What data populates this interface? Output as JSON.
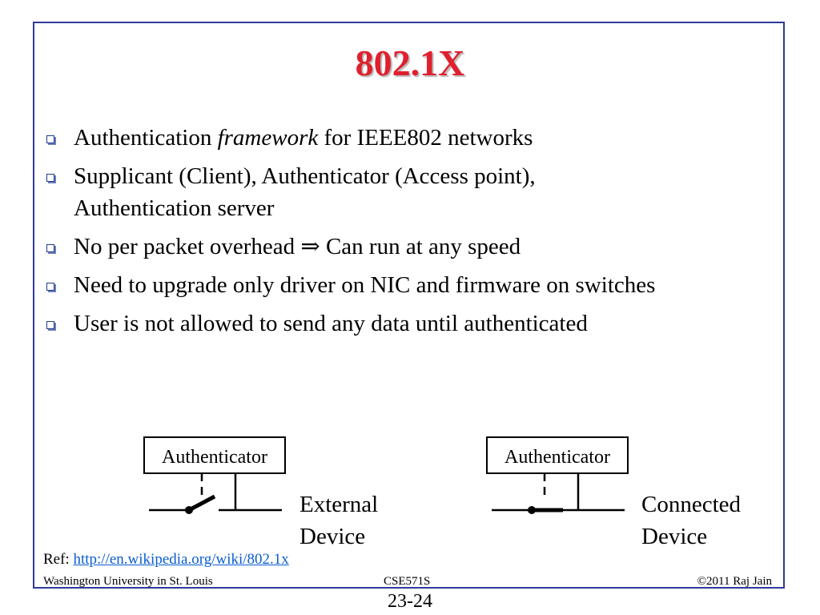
{
  "slide": {
    "title": "802.1X",
    "bullets": [
      {
        "pre": "Authentication ",
        "em": "framework",
        "post": " for IEEE802 networks"
      },
      {
        "text1": "Supplicant (Client), Authenticator (Access point),",
        "text2": "Authentication server"
      },
      {
        "text": "No per packet overhead ⇒ Can run at any speed"
      },
      {
        "text": "Need to upgrade only driver on NIC and firmware on switches"
      },
      {
        "text": "User is not allowed to send any data until authenticated"
      }
    ]
  },
  "diagram": {
    "left": {
      "box_label": "Authenticator",
      "caption1": "External",
      "caption2": "Device"
    },
    "right": {
      "box_label": "Authenticator",
      "caption1": "Connected",
      "caption2": "Device"
    }
  },
  "ref": {
    "label": "Ref: ",
    "link": "http://en.wikipedia.org/wiki/802.1x"
  },
  "footer": {
    "left": "Washington University in St. Louis",
    "center": "CSE571S",
    "right": "©2011 Raj Jain"
  },
  "page_number": "23-24",
  "colors": {
    "title": "#e0202e",
    "frame": "#2f3a99",
    "link": "#0a5dd1",
    "bullet": "#1f3a8f"
  }
}
